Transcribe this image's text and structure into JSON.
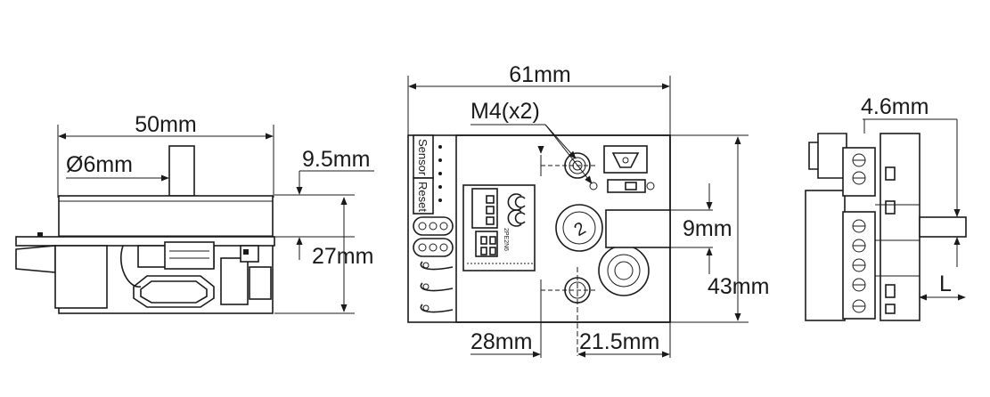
{
  "dimensions": {
    "front_width": "50mm",
    "shaft_diameter": "Ø6mm",
    "shaft_offset": "9.5mm",
    "front_height": "27mm",
    "main_width": "61mm",
    "mount_holes": "M4(x2)",
    "gap_height": "9mm",
    "main_height": "43mm",
    "hole_left": "28mm",
    "hole_right": "21.5mm",
    "side_depth": "4.6mm",
    "side_length": "L"
  },
  "labels": {
    "sensor": "Sensor",
    "reset": "Reset",
    "board_code": "2PE2N6",
    "dial_number": "2"
  }
}
